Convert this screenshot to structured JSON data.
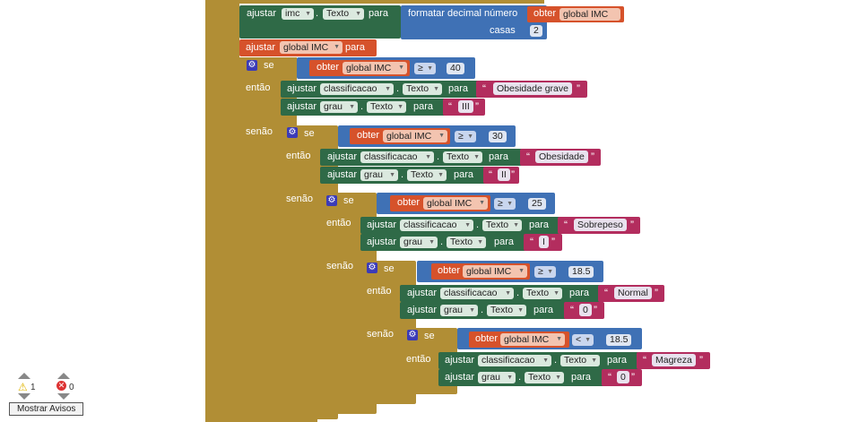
{
  "blocks": {
    "row0": {
      "set": "ajustar",
      "comp": "imc",
      "prop": "Texto",
      "para": "para",
      "fmt": "formatar decimal número",
      "obter": "obter",
      "var": "global IMC",
      "casas": "casas",
      "casas_val": "2"
    },
    "row1": {
      "set": "ajustar",
      "var": "global IMC",
      "para": "para"
    },
    "level1": {
      "se": "se",
      "obter": "obter",
      "var": "global IMC",
      "op": "≥",
      "val": "40",
      "entao": "então",
      "senao": "senão",
      "set1": {
        "set": "ajustar",
        "comp": "classificacao",
        "prop": "Texto",
        "para": "para",
        "text": "Obesidade grave"
      },
      "set2": {
        "set": "ajustar",
        "comp": "grau",
        "prop": "Texto",
        "para": "para",
        "text": "III"
      }
    },
    "level2": {
      "se": "se",
      "obter": "obter",
      "var": "global IMC",
      "op": "≥",
      "val": "30",
      "entao": "então",
      "senao": "senão",
      "set1": {
        "set": "ajustar",
        "comp": "classificacao",
        "prop": "Texto",
        "para": "para",
        "text": "Obesidade"
      },
      "set2": {
        "set": "ajustar",
        "comp": "grau",
        "prop": "Texto",
        "para": "para",
        "text": "II"
      }
    },
    "level3": {
      "se": "se",
      "obter": "obter",
      "var": "global IMC",
      "op": "≥",
      "val": "25",
      "entao": "então",
      "senao": "senão",
      "set1": {
        "set": "ajustar",
        "comp": "classificacao",
        "prop": "Texto",
        "para": "para",
        "text": "Sobrepeso"
      },
      "set2": {
        "set": "ajustar",
        "comp": "grau",
        "prop": "Texto",
        "para": "para",
        "text": "I"
      }
    },
    "level4": {
      "se": "se",
      "obter": "obter",
      "var": "global IMC",
      "op": "≥",
      "val": "18.5",
      "entao": "então",
      "senao": "senão",
      "set1": {
        "set": "ajustar",
        "comp": "classificacao",
        "prop": "Texto",
        "para": "para",
        "text": "Normal"
      },
      "set2": {
        "set": "ajustar",
        "comp": "grau",
        "prop": "Texto",
        "para": "para",
        "text": "0"
      }
    },
    "level5": {
      "se": "se",
      "obter": "obter",
      "var": "global IMC",
      "op": "<",
      "val": "18.5",
      "entao": "então",
      "set1": {
        "set": "ajustar",
        "comp": "classificacao",
        "prop": "Texto",
        "para": "para",
        "text": "Magreza"
      },
      "set2": {
        "set": "ajustar",
        "comp": "grau",
        "prop": "Texto",
        "para": "para",
        "text": "0"
      }
    }
  },
  "warnings": {
    "warn_count": "1",
    "error_count": "0",
    "show_button": "Mostrar Avisos"
  },
  "colors": {
    "control": "#b18e35",
    "setter": "#2f6a47",
    "math": "#3f71b5",
    "variable": "#d6522b",
    "text": "#b32d5e"
  }
}
